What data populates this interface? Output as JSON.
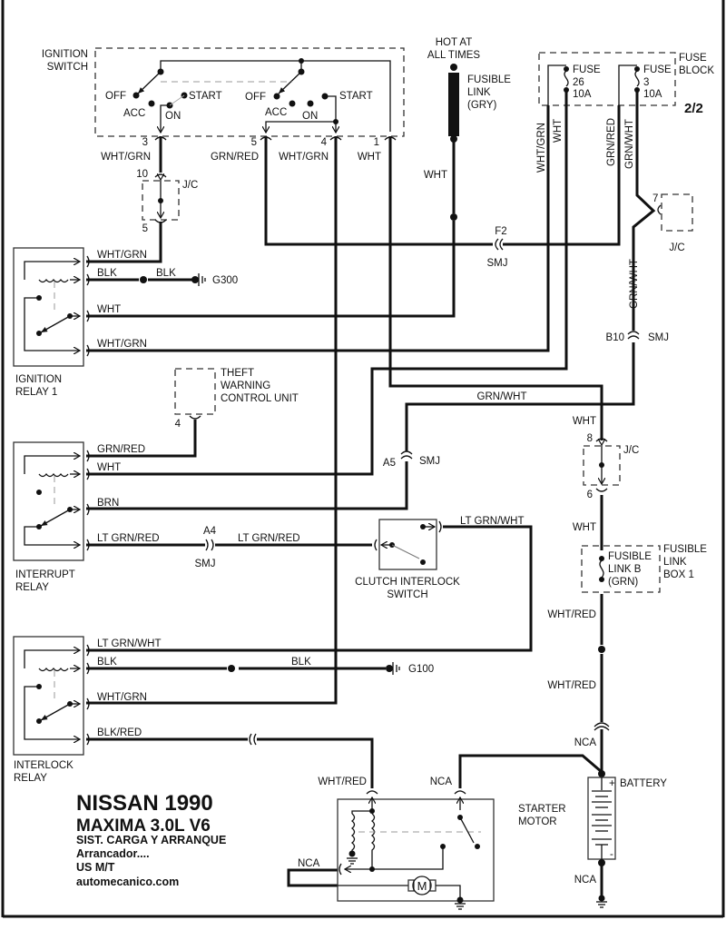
{
  "page": {
    "sheet": "2/2"
  },
  "title_block": {
    "make_year": "NISSAN 1990",
    "model": "MAXIMA  3.0L  V6",
    "system": "SIST. CARGA Y ARRANQUE",
    "subsystem": "Arrancador....",
    "market": "US  M/T",
    "website": "automecanico.com"
  },
  "ignition_switch": {
    "label_line1": "IGNITION",
    "label_line2": "SWITCH",
    "positions": [
      "OFF",
      "ACC",
      "ON",
      "START"
    ],
    "terminals": [
      {
        "pin": "3",
        "wire": "WHT/GRN"
      },
      {
        "pin": "5",
        "wire": "GRN/RED"
      },
      {
        "pin": "4",
        "wire": "WHT/GRN"
      },
      {
        "pin": "1",
        "wire": "WHT"
      }
    ]
  },
  "hot_feed": {
    "label_line1": "HOT AT",
    "label_line2": "ALL TIMES",
    "fusible_link_line1": "FUSIBLE",
    "fusible_link_line2": "LINK",
    "fusible_link_line3": "(GRY)",
    "wire": "WHT"
  },
  "fuse_block": {
    "label_line1": "FUSE",
    "label_line2": "BLOCK",
    "fuses": [
      {
        "name": "FUSE",
        "number": "26",
        "rating": "10A"
      },
      {
        "name": "FUSE",
        "number": "3",
        "rating": "10A"
      }
    ],
    "wires": [
      "WHT/GRN",
      "WHT",
      "GRN/RED",
      "GRN/WHT"
    ]
  },
  "junctions": {
    "jc_top": {
      "label": "J/C",
      "pin_in": "10",
      "pin_out": "5"
    },
    "jc_right": {
      "label": "J/C",
      "pin": "7"
    },
    "jc_lower": {
      "label": "J/C",
      "pin_in": "8",
      "pin_out": "6"
    }
  },
  "connectors": {
    "f2": {
      "id": "F2",
      "type": "SMJ"
    },
    "b10": {
      "id": "B10",
      "type": "SMJ"
    },
    "a5": {
      "id": "A5",
      "type": "SMJ"
    },
    "a4": {
      "id": "A4",
      "type": "SMJ"
    }
  },
  "ignition_relay": {
    "label_line1": "IGNITION",
    "label_line2": "RELAY 1",
    "wires": [
      "WHT/GRN",
      "BLK",
      "WHT",
      "WHT/GRN"
    ],
    "ground_wire": "BLK",
    "ground": "G300"
  },
  "theft_unit": {
    "label_line1": "THEFT",
    "label_line2": "WARNING",
    "label_line3": "CONTROL UNIT",
    "pin": "4"
  },
  "interrupt_relay": {
    "label_line1": "INTERRUPT",
    "label_line2": "RELAY",
    "wires": [
      "GRN/RED",
      "WHT",
      "BRN",
      "LT GRN/RED"
    ],
    "wire_after_a4": "LT GRN/RED"
  },
  "grn_wht_run": "GRN/WHT",
  "gn_wht_vertical": "GRN/WHT",
  "clutch_switch": {
    "label_line1": "CLUTCH INTERLOCK",
    "label_line2": "SWITCH",
    "out_wire": "LT GRN/WHT"
  },
  "fusible_link_box": {
    "link_line1": "FUSIBLE",
    "link_line2": "LINK B",
    "link_line3": "(GRN)",
    "box_line1": "FUSIBLE",
    "box_line2": "LINK",
    "box_line3": "BOX 1",
    "wire_above_jc": "WHT",
    "wire_below_jc": "WHT",
    "wire_below_link": "WHT/RED",
    "wire_lower": "WHT/RED",
    "wire_battery": "NCA"
  },
  "interlock_relay": {
    "label_line1": "INTERLOCK",
    "label_line2": "RELAY",
    "wires": [
      "LT GRN/WHT",
      "BLK",
      "WHT/GRN",
      "BLK/RED"
    ],
    "ground_wire": "BLK",
    "ground": "G100"
  },
  "starter_motor": {
    "label_line1": "STARTER",
    "label_line2": "MOTOR",
    "in_wire": "WHT/RED",
    "battery_wire": "NCA",
    "side_wire": "NCA",
    "motor_symbol": "M"
  },
  "battery": {
    "label": "BATTERY",
    "plus": "+",
    "minus": "-",
    "ground_wire": "NCA"
  }
}
